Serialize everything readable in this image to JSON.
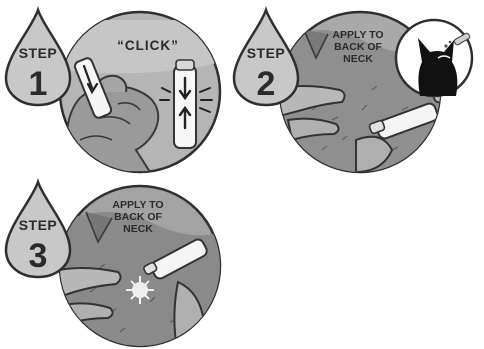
{
  "steps": [
    {
      "word": "STEP",
      "number": "1",
      "caption": "“CLICK”"
    },
    {
      "word": "STEP",
      "number": "2",
      "caption_lines": [
        "APPLY TO",
        "BACK OF",
        "NECK"
      ]
    },
    {
      "word": "STEP",
      "number": "3",
      "caption_lines": [
        "APPLY TO",
        "BACK OF",
        "NECK"
      ]
    }
  ],
  "icons": [
    "droplet-badge-icon",
    "applicator-tube-icon",
    "cat-silhouette-icon",
    "hand-icon"
  ]
}
